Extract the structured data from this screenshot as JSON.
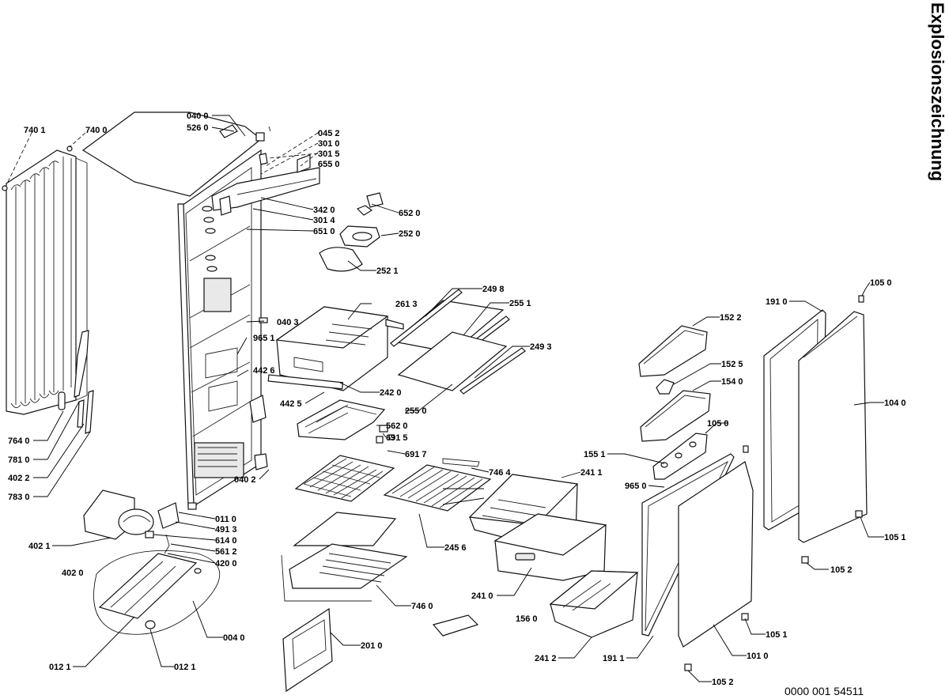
{
  "title": "Explosionszeichnung",
  "document_number": "0000 001 54511",
  "part_labels": [
    {
      "id": "0400",
      "text": "040 0"
    },
    {
      "id": "5260",
      "text": "526 0"
    },
    {
      "id": "0452",
      "text": "045 2"
    },
    {
      "id": "3010",
      "text": "301 0"
    },
    {
      "id": "3015",
      "text": "301 5"
    },
    {
      "id": "6550",
      "text": "655 0"
    },
    {
      "id": "7401",
      "text": "740 1"
    },
    {
      "id": "7400",
      "text": "740 0"
    },
    {
      "id": "3420",
      "text": "342 0"
    },
    {
      "id": "3014",
      "text": "301 4"
    },
    {
      "id": "6510",
      "text": "651 0"
    },
    {
      "id": "6520",
      "text": "652 0"
    },
    {
      "id": "2520",
      "text": "252 0"
    },
    {
      "id": "2521",
      "text": "252 1"
    },
    {
      "id": "2498",
      "text": "249 8"
    },
    {
      "id": "2613",
      "text": "261 3"
    },
    {
      "id": "2551",
      "text": "255 1"
    },
    {
      "id": "0403",
      "text": "040 3"
    },
    {
      "id": "9651",
      "text": "965 1"
    },
    {
      "id": "2493",
      "text": "249 3"
    },
    {
      "id": "4426",
      "text": "442 6"
    },
    {
      "id": "2420",
      "text": "242 0"
    },
    {
      "id": "4425",
      "text": "442 5"
    },
    {
      "id": "2550",
      "text": "255 0"
    },
    {
      "id": "5620",
      "text": "562 0"
    },
    {
      "id": "6915",
      "text": "691 5"
    },
    {
      "id": "6917",
      "text": "691 7"
    },
    {
      "id": "7640",
      "text": "764 0"
    },
    {
      "id": "7810",
      "text": "781 0"
    },
    {
      "id": "4022",
      "text": "402 2"
    },
    {
      "id": "7830",
      "text": "783 0"
    },
    {
      "id": "0402",
      "text": "040 2"
    },
    {
      "id": "7464",
      "text": "746 4"
    },
    {
      "id": "2411",
      "text": "241 1"
    },
    {
      "id": "0110",
      "text": "011 0"
    },
    {
      "id": "4913",
      "text": "491 3"
    },
    {
      "id": "6140",
      "text": "614 0"
    },
    {
      "id": "5612",
      "text": "561 2"
    },
    {
      "id": "4200",
      "text": "420 0"
    },
    {
      "id": "4021",
      "text": "402 1"
    },
    {
      "id": "4020",
      "text": "402 0"
    },
    {
      "id": "2456",
      "text": "245 6"
    },
    {
      "id": "2410",
      "text": "241 0"
    },
    {
      "id": "7460",
      "text": "746 0"
    },
    {
      "id": "1560",
      "text": "156 0"
    },
    {
      "id": "0040",
      "text": "004 0"
    },
    {
      "id": "2010",
      "text": "201 0"
    },
    {
      "id": "0121a",
      "text": "012 1"
    },
    {
      "id": "0121b",
      "text": "012 1"
    },
    {
      "id": "2412",
      "text": "241 2"
    },
    {
      "id": "1911b",
      "text": "191 1"
    },
    {
      "id": "1010",
      "text": "101 0"
    },
    {
      "id": "1052b",
      "text": "105 2"
    },
    {
      "id": "1051b",
      "text": "105 1"
    },
    {
      "id": "1522",
      "text": "152 2"
    },
    {
      "id": "1525",
      "text": "152 5"
    },
    {
      "id": "1540",
      "text": "154 0"
    },
    {
      "id": "1050b",
      "text": "105 0"
    },
    {
      "id": "1551",
      "text": "155 1"
    },
    {
      "id": "9650",
      "text": "965 0"
    },
    {
      "id": "1910",
      "text": "191 0"
    },
    {
      "id": "1050a",
      "text": "105 0"
    },
    {
      "id": "1040",
      "text": "104 0"
    },
    {
      "id": "1051a",
      "text": "105 1"
    },
    {
      "id": "1052a",
      "text": "105 2"
    }
  ]
}
